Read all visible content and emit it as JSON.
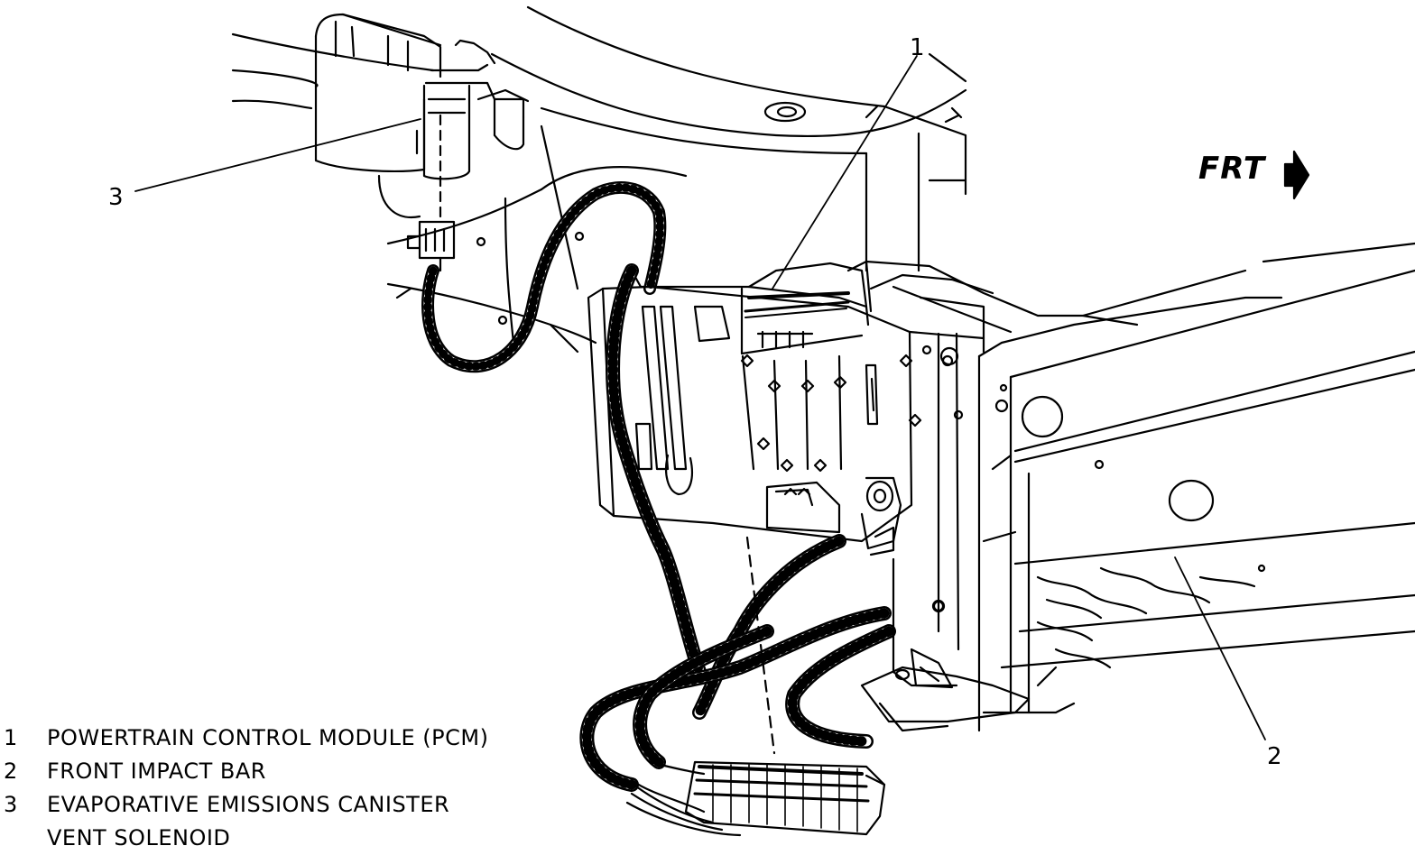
{
  "direction_label": "FRT",
  "callouts": [
    {
      "num": "1",
      "label": "POWERTRAIN CONTROL MODULE (PCM)"
    },
    {
      "num": "2",
      "label": "FRONT IMPACT BAR"
    },
    {
      "num": "3",
      "label": "EVAPORATIVE EMISSIONS CANISTER",
      "label_line2": "VENT SOLENOID"
    }
  ]
}
